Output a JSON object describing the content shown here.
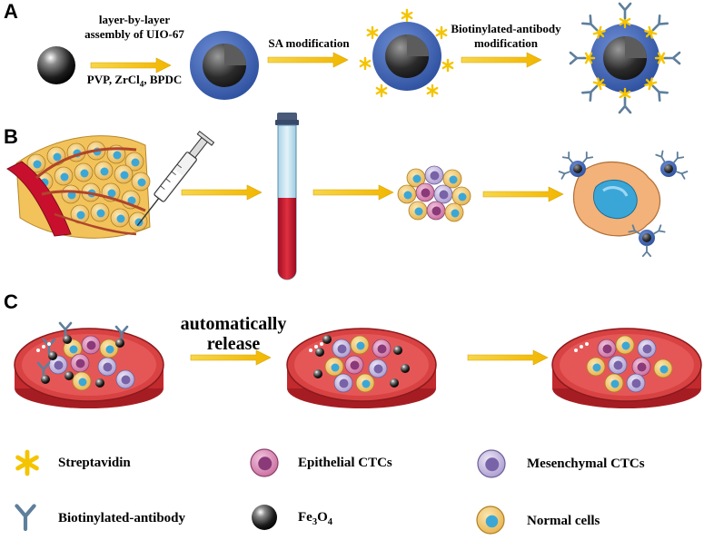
{
  "panels": {
    "a": "A",
    "b": "B",
    "c": "C"
  },
  "panel_a": {
    "step1_line1": "layer-by-layer",
    "step1_line2": "assembly of UIO-67",
    "step1_reagents_pre": "PVP, ZrCl",
    "step1_reagents_sub": "4",
    "step1_reagents_post": ", BPDC",
    "step2": "SA modification",
    "step3_line1": "Biotinylated-antibody",
    "step3_line2": "modification"
  },
  "panel_c": {
    "arrow_label_line1": "automatically",
    "arrow_label_line2": "release"
  },
  "legend": {
    "streptavidin": "Streptavidin",
    "epithelial": "Epithelial CTCs",
    "mesenchymal": "Mesenchymal CTCs",
    "antibody": "Biotinylated-antibody",
    "fe3o4_a": "Fe",
    "fe3o4_sub1": "3",
    "fe3o4_b": "O",
    "fe3o4_sub2": "4",
    "normal": "Normal cells"
  },
  "colors": {
    "arrow": "#f5c400",
    "shell": "#3f63b4",
    "core": "#2a2a2a",
    "streptavidin": "#f5c400",
    "antibody": "#5e7f9c",
    "dish_red": "#d94242",
    "blood": "#c8102e",
    "epithelial": "#d07aa8",
    "mesenchymal": "#b6a7d6",
    "normal": "#f0c66b",
    "nucleus": "#3ba7d6"
  }
}
